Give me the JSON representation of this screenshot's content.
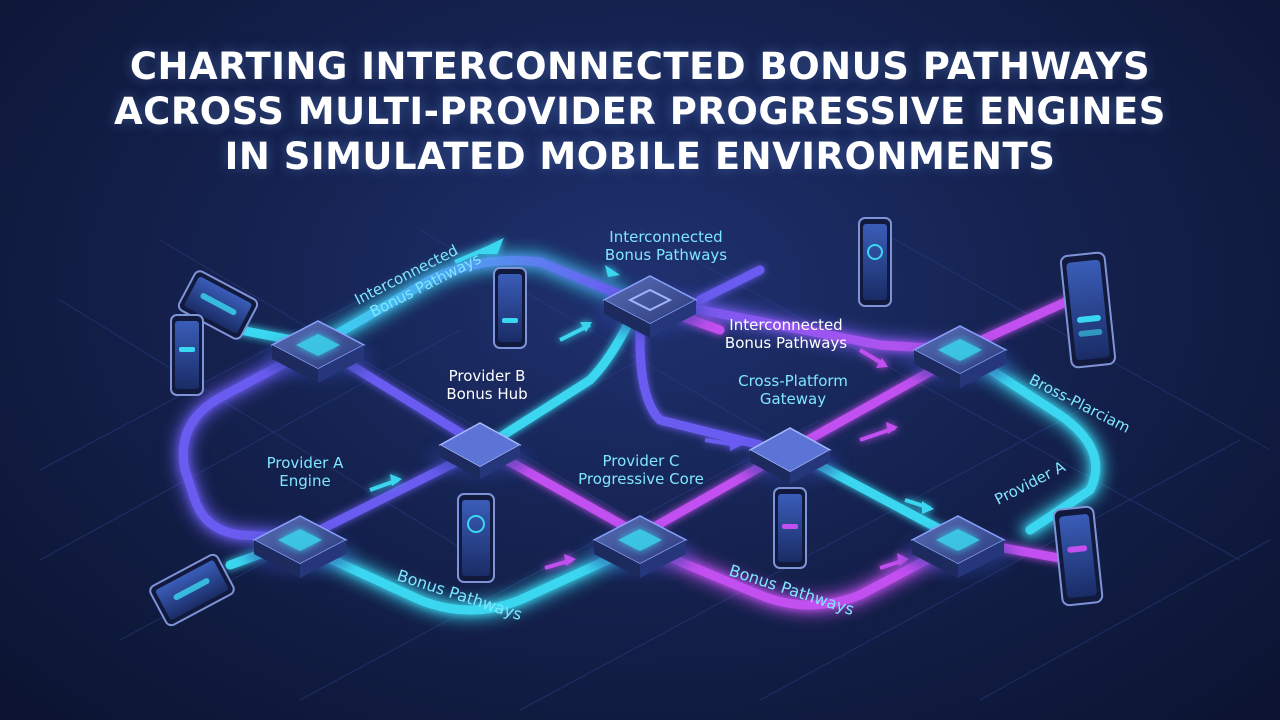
{
  "title": {
    "line1": "CHARTING INTERCONNECTED BONUS PATHWAYS",
    "line2": "ACROSS MULTI-PROVIDER PROGRESSIVE ENGINES",
    "line3": "IN SIMULATED MOBILE ENVIRONMENTS"
  },
  "colors": {
    "cyan": "#3ad7f0",
    "violet": "#6a5cf0",
    "magenta": "#c24ff0",
    "label_white": "#e8ecff",
    "label_cyan": "#7fe6ff"
  },
  "labels": {
    "interconnected_top_left_1": "Interconnected",
    "interconnected_top_left_2": "Bonus Pathways",
    "interconnected_top_center_1": "Interconnected",
    "interconnected_top_center_2": "Bonus Pathways",
    "interconnected_right_1": "Interconnected",
    "interconnected_right_2": "Bonus Pathways",
    "provider_b_1": "Provider B",
    "provider_b_2": "Bonus Hub",
    "cross_platform_1": "Cross-Platform",
    "cross_platform_2": "Gateway",
    "bross_plarciam": "Bross-Plarciam",
    "provider_a_left_1": "Provider A",
    "provider_a_left_2": "Engine",
    "provider_c_1": "Provider C",
    "provider_c_2": "Progressive Core",
    "provider_a_right": "Provider A",
    "bonus_pathways_left": "Bonus Pathways",
    "bonus_pathways_right": "Bonus Pathways"
  }
}
